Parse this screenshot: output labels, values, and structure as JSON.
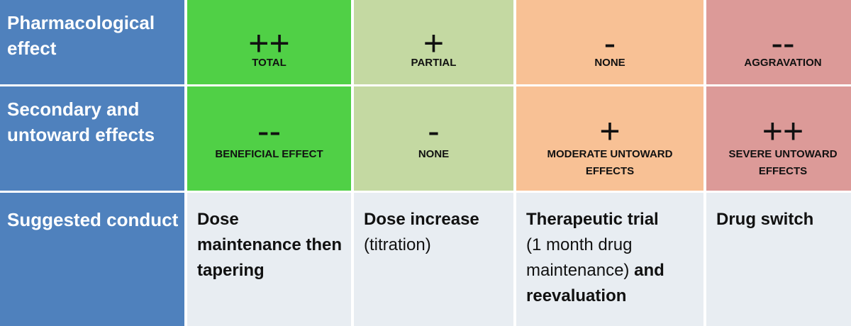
{
  "rows": {
    "pharmacological": {
      "header": "Pharmacological effect",
      "cells": [
        {
          "symbol": "++",
          "label": "TOTAL"
        },
        {
          "symbol": "+",
          "label": "PARTIAL"
        },
        {
          "symbol": "-",
          "label": "NONE"
        },
        {
          "symbol": "--",
          "label": "AGGRAVATION"
        }
      ]
    },
    "secondary": {
      "header": "Secondary and untoward effects",
      "cells": [
        {
          "symbol": "--",
          "label": "BENEFICIAL EFFECT"
        },
        {
          "symbol": "-",
          "label": "NONE"
        },
        {
          "symbol": "+",
          "label": "MODERATE UNTOWARD EFFECTS"
        },
        {
          "symbol": "++",
          "label": "SEVERE UNTOWARD EFFECTS"
        }
      ]
    },
    "conduct": {
      "header": "Suggested conduct",
      "cells": [
        {
          "bold": "Dose maintenance then tapering"
        },
        {
          "bold": "Dose increase",
          "normal": "(titration)"
        },
        {
          "bold": "Therapeutic trial",
          "normal": "(1 month drug maintenance)",
          "bold2": "and reevaluation"
        },
        {
          "bold": "Drug switch"
        }
      ]
    }
  },
  "colors": {
    "header": "#4f81bd",
    "total": "#50d046",
    "partial": "#c4d9a2",
    "none": "#f8c195",
    "aggravation": "#dc9a98",
    "conduct": "#e8edf2"
  }
}
